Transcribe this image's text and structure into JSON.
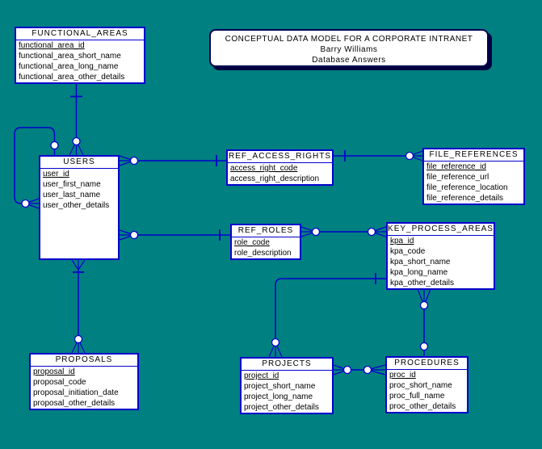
{
  "title_box": {
    "line1": "CONCEPTUAL DATA MODEL FOR A CORPORATE INTRANET",
    "line2": "Barry Williams",
    "line3": "Database Answers"
  },
  "colors": {
    "background": "#008080",
    "wire": "#0000CD",
    "entity_border": "#0000CD",
    "entity_fill": "#FFFFFF",
    "text": "#000000",
    "title_box_shadow": "#000040"
  },
  "notation": {
    "circle_connector": "optionality-circle",
    "crow_foot": "many-cardinality",
    "tick": "one-cardinality"
  },
  "entities": {
    "functional_areas": {
      "name": "FUNCTIONAL_AREAS",
      "pk": "functional_area_id",
      "attrs": [
        "functional_area_short_name",
        "functional_area_long_name",
        "functional_area_other_details"
      ]
    },
    "users": {
      "name": "USERS",
      "pk": "user_id",
      "attrs": [
        "user_first_name",
        "user_last_name",
        "user_other_details"
      ]
    },
    "ref_access_rights": {
      "name": "REF_ACCESS_RIGHTS",
      "pk": "access_right_code",
      "attrs": [
        "access_right_description"
      ]
    },
    "file_references": {
      "name": "FILE_REFERENCES",
      "pk": "file_reference_id",
      "attrs": [
        "file_reference_url",
        "file_reference_location",
        "file_reference_details"
      ]
    },
    "ref_roles": {
      "name": "REF_ROLES",
      "pk": "role_code",
      "attrs": [
        "role_description"
      ]
    },
    "key_process_areas": {
      "name": "KEY_PROCESS_AREAS",
      "pk": "kpa_id",
      "attrs": [
        "kpa_code",
        "kpa_short_name",
        "kpa_long_name",
        "kpa_other_details"
      ]
    },
    "proposals": {
      "name": "PROPOSALS",
      "pk": "proposal_id",
      "attrs": [
        "proposal_code",
        "proposal_initiation_date",
        "proposal_other_details"
      ]
    },
    "projects": {
      "name": "PROJECTS",
      "pk": "project_id",
      "attrs": [
        "project_short_name",
        "project_long_name",
        "project_other_details"
      ]
    },
    "procedures": {
      "name": "PROCEDURES",
      "pk": "proc_id",
      "attrs": [
        "proc_short_name",
        "proc_full_name",
        "proc_other_details"
      ]
    }
  }
}
